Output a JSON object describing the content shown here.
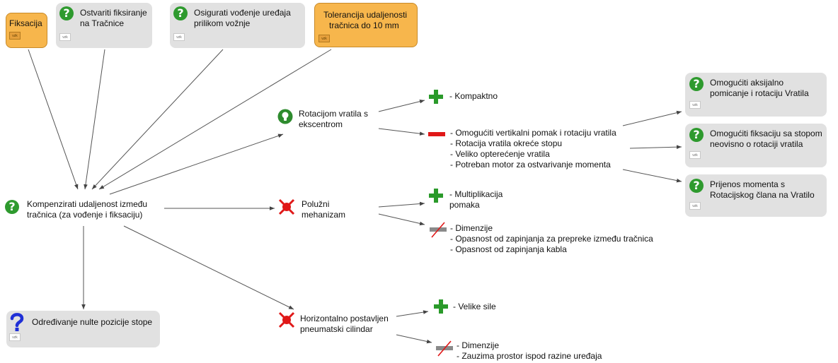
{
  "nodes": {
    "fiksacija": {
      "label": "Fiksacija",
      "tag": "vzk"
    },
    "ostvariti": {
      "label_line1": "Ostvariti fiksiranje",
      "label_line2": "na Tračnice",
      "tag": "vzk"
    },
    "osigurati": {
      "label_line1": "Osigurati vođenje uređaja",
      "label_line2": "prilikom vožnje",
      "tag": "vzk"
    },
    "tolerancija": {
      "label_line1": "Tolerancija udaljenosti",
      "label_line2": "tračnica do 10 mm",
      "tag": "vzk"
    },
    "kompenzirati": {
      "label_line1": "Kompenzirati udaljenost između",
      "label_line2": "tračnica (za vođenje i fiksaciju)"
    },
    "odredivanje": {
      "label": "Određivanje nulte pozicije stope",
      "tag": "vzk"
    },
    "rotacijom": {
      "label_line1": "Rotacijom vratila s",
      "label_line2": "ekscentrom"
    },
    "poluzni": {
      "label_line1": "Polužni",
      "label_line2": "mehanizam"
    },
    "horizontalno": {
      "label_line1": "Horizontalno postavljen",
      "label_line2": "pneumatski cilindar"
    },
    "kompaktno": {
      "label": "- Kompaktno"
    },
    "rot_cons": {
      "lines": [
        "- Omogućiti vertikalni pomak i rotaciju vratila",
        "- Rotacija vratila okreće stopu",
        "- Veliko opterećenje vratila",
        "- Potreban motor za ostvarivanje momenta"
      ]
    },
    "multiplikacija": {
      "label_line1": "- Multiplikacija",
      "label_line2": "pomaka"
    },
    "pol_cons": {
      "lines": [
        "- Dimenzije",
        "- Opasnost od zapinjanja za prepreke između tračnica",
        "- Opasnost od zapinjanja kabla"
      ]
    },
    "velike_sile": {
      "label": "- Velike sile"
    },
    "hor_cons": {
      "lines": [
        "- Dimenzije",
        "- Zauzima prostor ispod razine uređaja"
      ]
    },
    "aksijalno": {
      "label_line1": "Omogućiti aksijalno",
      "label_line2": "pomicanje i rotaciju Vratila",
      "tag": "vzk"
    },
    "fiksaciju_stopom": {
      "label_line1": "Omogućiti fiksaciju sa stopom",
      "label_line2": "neovisno o rotaciji vratila",
      "tag": "vzk"
    },
    "prijenos": {
      "label_line1": "Prijenos momenta s",
      "label_line2": "Rotacijskog člana na Vratilo",
      "tag": "vzk"
    }
  },
  "colors": {
    "issue_box": "#e1e1e1",
    "criterion_box": "#f7b64c",
    "question_green": "#2e9a2e",
    "question_blue": "#1f2fd6",
    "idea_green": "#2e8b2e",
    "pro_green": "#2a9a2a",
    "con_red": "#e01818",
    "rejected_red": "#e01818",
    "arrow": "#444444"
  },
  "icons": {
    "question": "question-mark-icon",
    "question_open": "blue-question-mark-icon",
    "idea": "lightbulb-icon",
    "rejected": "rejected-x-icon",
    "pro": "plus-icon",
    "con": "minus-icon",
    "con_rejected": "struck-minus-icon"
  }
}
